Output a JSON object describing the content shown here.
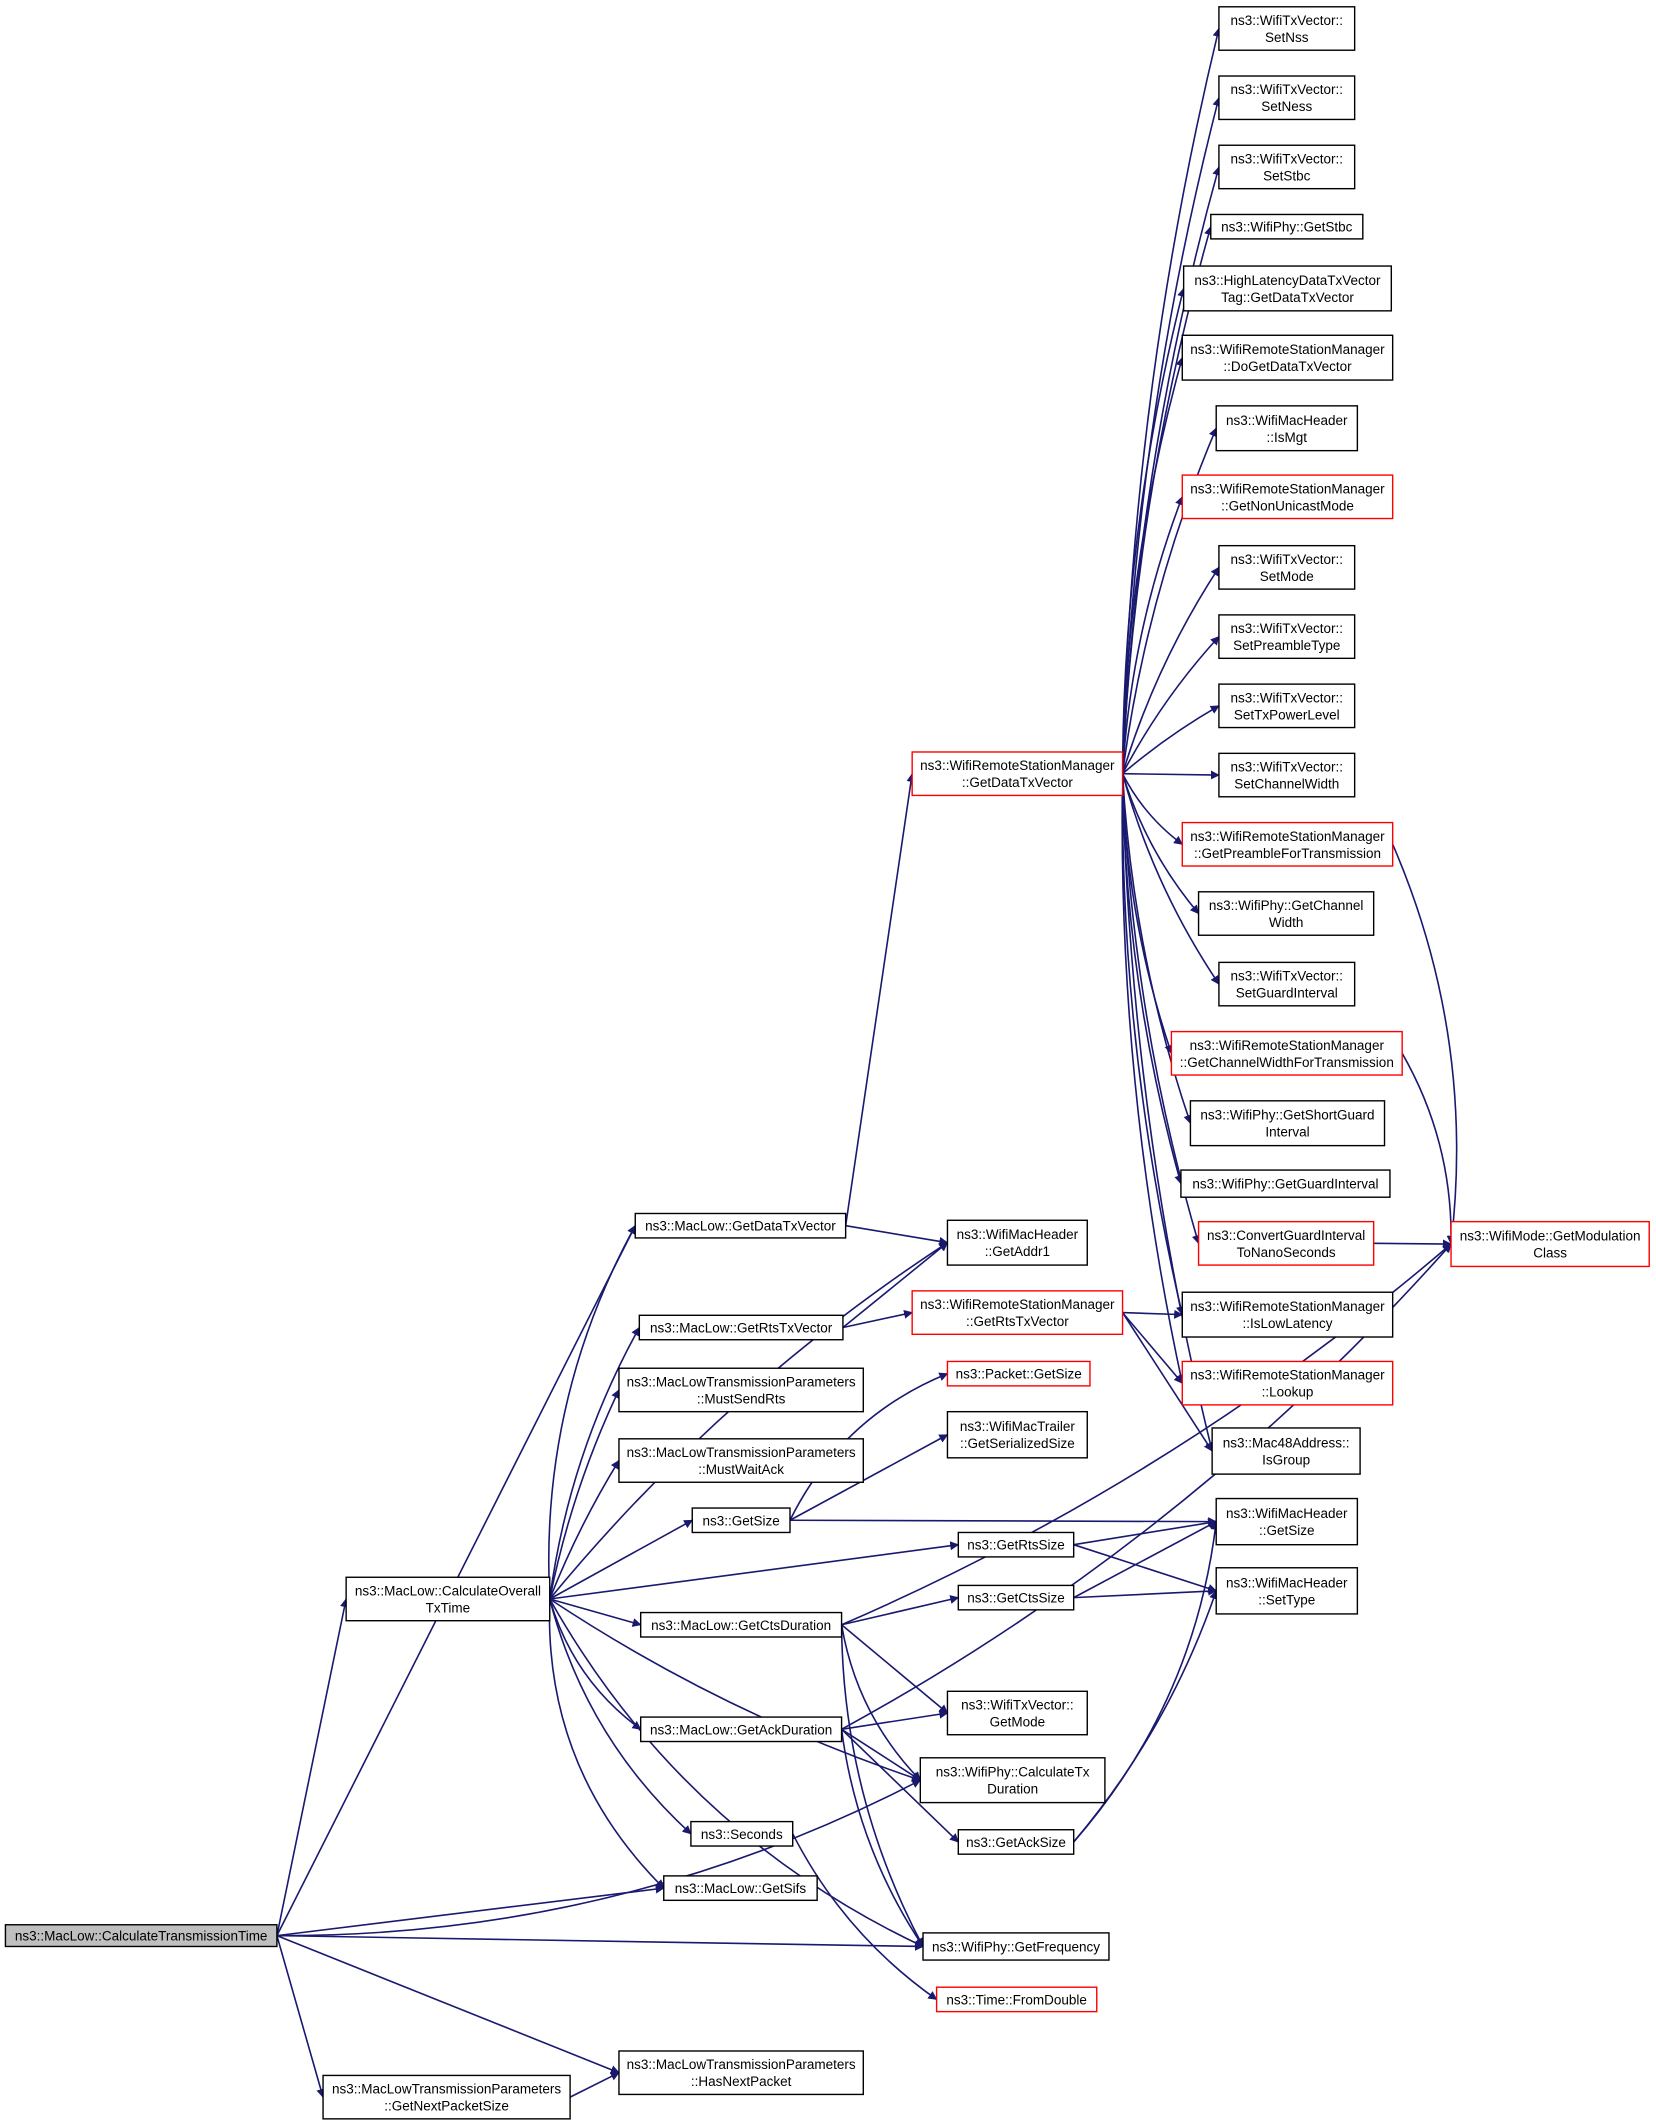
{
  "colors": {
    "edge": "#191970",
    "normal_border": "#000000",
    "truncated_border": "#ff0000",
    "root_fill": "#bfbfbf",
    "node_fill": "#ffffff"
  },
  "nodes": [
    {
      "id": "root",
      "lines": [
        "ns3::MacLow::CalculateTransmissionTime"
      ],
      "style": "root"
    },
    {
      "id": "calcOverall",
      "lines": [
        "ns3::MacLow::CalculateOverall",
        "TxTime"
      ],
      "style": "normal"
    },
    {
      "id": "getNextPkt",
      "lines": [
        "ns3::MacLowTransmissionParameters",
        "::GetNextPacketSize"
      ],
      "style": "normal"
    },
    {
      "id": "hasNextPkt",
      "lines": [
        "ns3::MacLowTransmissionParameters",
        "::HasNextPacket"
      ],
      "style": "normal"
    },
    {
      "id": "macGetDataTx",
      "lines": [
        "ns3::MacLow::GetDataTxVector"
      ],
      "style": "normal"
    },
    {
      "id": "macGetRtsTx",
      "lines": [
        "ns3::MacLow::GetRtsTxVector"
      ],
      "style": "normal"
    },
    {
      "id": "mustSendRts",
      "lines": [
        "ns3::MacLowTransmissionParameters",
        "::MustSendRts"
      ],
      "style": "normal"
    },
    {
      "id": "mustWaitAck",
      "lines": [
        "ns3::MacLowTransmissionParameters",
        "::MustWaitAck"
      ],
      "style": "normal"
    },
    {
      "id": "getSize",
      "lines": [
        "ns3::GetSize"
      ],
      "style": "normal"
    },
    {
      "id": "macGetCtsDur",
      "lines": [
        "ns3::MacLow::GetCtsDuration"
      ],
      "style": "normal"
    },
    {
      "id": "macGetAckDur",
      "lines": [
        "ns3::MacLow::GetAckDuration"
      ],
      "style": "normal"
    },
    {
      "id": "seconds",
      "lines": [
        "ns3::Seconds"
      ],
      "style": "normal"
    },
    {
      "id": "getSifs",
      "lines": [
        "ns3::MacLow::GetSifs"
      ],
      "style": "normal"
    },
    {
      "id": "wrsmGetDataTx",
      "lines": [
        "ns3::WifiRemoteStationManager",
        "::GetDataTxVector"
      ],
      "style": "truncated"
    },
    {
      "id": "getAddr1",
      "lines": [
        "ns3::WifiMacHeader",
        "::GetAddr1"
      ],
      "style": "normal"
    },
    {
      "id": "wrsmGetRtsTx",
      "lines": [
        "ns3::WifiRemoteStationManager",
        "::GetRtsTxVector"
      ],
      "style": "truncated"
    },
    {
      "id": "packetGetSize",
      "lines": [
        "ns3::Packet::GetSize"
      ],
      "style": "truncated"
    },
    {
      "id": "trailerSize",
      "lines": [
        "ns3::WifiMacTrailer",
        "::GetSerializedSize"
      ],
      "style": "normal"
    },
    {
      "id": "getRtsSize",
      "lines": [
        "ns3::GetRtsSize"
      ],
      "style": "normal"
    },
    {
      "id": "getCtsSize",
      "lines": [
        "ns3::GetCtsSize"
      ],
      "style": "normal"
    },
    {
      "id": "txvGetMode",
      "lines": [
        "ns3::WifiTxVector::",
        "GetMode"
      ],
      "style": "normal"
    },
    {
      "id": "calcTxDur",
      "lines": [
        "ns3::WifiPhy::CalculateTx",
        "Duration"
      ],
      "style": "normal"
    },
    {
      "id": "getAckSize",
      "lines": [
        "ns3::GetAckSize"
      ],
      "style": "normal"
    },
    {
      "id": "getFreq",
      "lines": [
        "ns3::WifiPhy::GetFrequency"
      ],
      "style": "normal"
    },
    {
      "id": "fromDouble",
      "lines": [
        "ns3::Time::FromDouble"
      ],
      "style": "truncated"
    },
    {
      "id": "setNss",
      "lines": [
        "ns3::WifiTxVector::",
        "SetNss"
      ],
      "style": "normal"
    },
    {
      "id": "setNess",
      "lines": [
        "ns3::WifiTxVector::",
        "SetNess"
      ],
      "style": "normal"
    },
    {
      "id": "setStbc",
      "lines": [
        "ns3::WifiTxVector::",
        "SetStbc"
      ],
      "style": "normal"
    },
    {
      "id": "getStbc",
      "lines": [
        "ns3::WifiPhy::GetStbc"
      ],
      "style": "normal"
    },
    {
      "id": "hlTag",
      "lines": [
        "ns3::HighLatencyDataTxVector",
        "Tag::GetDataTxVector"
      ],
      "style": "normal"
    },
    {
      "id": "doGetDataTx",
      "lines": [
        "ns3::WifiRemoteStationManager",
        "::DoGetDataTxVector"
      ],
      "style": "normal"
    },
    {
      "id": "isMgt",
      "lines": [
        "ns3::WifiMacHeader",
        "::IsMgt"
      ],
      "style": "normal"
    },
    {
      "id": "nonUnicast",
      "lines": [
        "ns3::WifiRemoteStationManager",
        "::GetNonUnicastMode"
      ],
      "style": "truncated"
    },
    {
      "id": "setMode",
      "lines": [
        "ns3::WifiTxVector::",
        "SetMode"
      ],
      "style": "normal"
    },
    {
      "id": "setPreamble",
      "lines": [
        "ns3::WifiTxVector::",
        "SetPreambleType"
      ],
      "style": "normal"
    },
    {
      "id": "setTxPower",
      "lines": [
        "ns3::WifiTxVector::",
        "SetTxPowerLevel"
      ],
      "style": "normal"
    },
    {
      "id": "setChWidth",
      "lines": [
        "ns3::WifiTxVector::",
        "SetChannelWidth"
      ],
      "style": "normal"
    },
    {
      "id": "preambleTx",
      "lines": [
        "ns3::WifiRemoteStationManager",
        "::GetPreambleForTransmission"
      ],
      "style": "truncated"
    },
    {
      "id": "phyChWidth",
      "lines": [
        "ns3::WifiPhy::GetChannel",
        "Width"
      ],
      "style": "normal"
    },
    {
      "id": "setGI",
      "lines": [
        "ns3::WifiTxVector::",
        "SetGuardInterval"
      ],
      "style": "normal"
    },
    {
      "id": "chWidthTx",
      "lines": [
        "ns3::WifiRemoteStationManager",
        "::GetChannelWidthForTransmission"
      ],
      "style": "truncated"
    },
    {
      "id": "shortGI",
      "lines": [
        "ns3::WifiPhy::GetShortGuard",
        "Interval"
      ],
      "style": "normal"
    },
    {
      "id": "phyGI",
      "lines": [
        "ns3::WifiPhy::GetGuardInterval"
      ],
      "style": "normal"
    },
    {
      "id": "convGI",
      "lines": [
        "ns3::ConvertGuardInterval",
        "ToNanoSeconds"
      ],
      "style": "truncated"
    },
    {
      "id": "isLowLat",
      "lines": [
        "ns3::WifiRemoteStationManager",
        "::IsLowLatency"
      ],
      "style": "normal"
    },
    {
      "id": "lookup",
      "lines": [
        "ns3::WifiRemoteStationManager",
        "::Lookup"
      ],
      "style": "truncated"
    },
    {
      "id": "isGroup",
      "lines": [
        "ns3::Mac48Address::",
        "IsGroup"
      ],
      "style": "normal"
    },
    {
      "id": "hdrGetSize",
      "lines": [
        "ns3::WifiMacHeader",
        "::GetSize"
      ],
      "style": "normal"
    },
    {
      "id": "hdrSetType",
      "lines": [
        "ns3::WifiMacHeader",
        "::SetType"
      ],
      "style": "normal"
    },
    {
      "id": "modClass",
      "lines": [
        "ns3::WifiMode::GetModulation",
        "Class"
      ],
      "style": "truncated"
    }
  ]
}
